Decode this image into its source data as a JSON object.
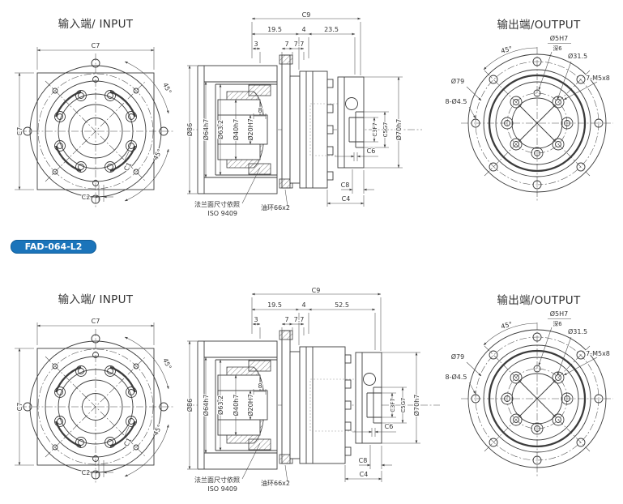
{
  "badge": {
    "label": "FAD-064-L2"
  },
  "colors": {
    "badge_bg": "#1b74ba",
    "badge_border": "#0f5d99",
    "line": "#3c3c3c",
    "bg": "#ffffff"
  },
  "input_view": {
    "title": "输入端/ INPUT",
    "dims": {
      "c7_top": "C7",
      "c7_left": "C7",
      "c1": "C1",
      "c2": "C2",
      "angle_top": "45°",
      "angle_bottom": "45°"
    }
  },
  "output_view": {
    "title": "输出端/OUTPUT",
    "dims": {
      "pin_dia": "Ø5H7",
      "pin_depth": "深6",
      "recess_dia": "Ø31.5",
      "bolt_spec": "7-M5x8",
      "bolt_circle_dia": "Ø79",
      "through_holes": "8-Ø4.5",
      "angle": "45°"
    }
  },
  "section_view": {
    "dims": {
      "overall_length": "C9",
      "seg_19_5": "19.5",
      "seg_4": "4",
      "seg3_row1": "23.5",
      "seg3_row2": "52.5",
      "sub_3": "3",
      "sub_7": "7",
      "sub_7_7": "7.7",
      "d86": "Ø86",
      "d64": "Ø64h7",
      "d63": "Ø63.2",
      "d40": "Ø40h7",
      "d20": "Ø20H7",
      "key_8": "8",
      "c3": "C3F7",
      "c5": "C5G7",
      "d70": "Ø70h7",
      "c6": "C6",
      "c8": "C8",
      "c4": "C4"
    },
    "notes": {
      "flange_line1": "法兰面尺寸依照",
      "flange_line2": "ISO 9409",
      "oil_ring": "油环66x2"
    }
  }
}
